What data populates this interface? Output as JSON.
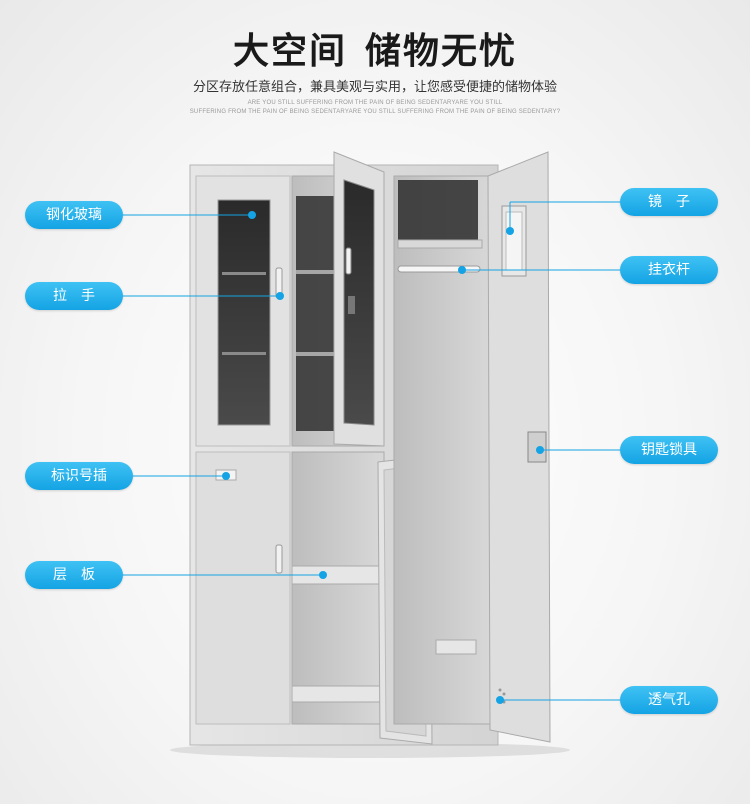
{
  "header": {
    "title_part1": "大空间",
    "title_part2": "储物无忧",
    "subtitle": "分区存放任意组合，兼具美观与实用，让您感受便捷的储物体验",
    "english_line1": "ARE YOU STILL SUFFERING FROM THE PAIN OF BEING SEDENTARYARE YOU STILL",
    "english_line2": "SUFFERING FROM THE PAIN OF BEING SEDENTARYARE YOU STILL SUFFERING FROM THE PAIN OF BEING SEDENTARY?"
  },
  "labels": {
    "tempered_glass": "钢化玻璃",
    "handle": "拉　手",
    "label_slot": "标识号插",
    "shelf": "层　板",
    "mirror": "镜　子",
    "hanging_rod": "挂衣杆",
    "key_lock": "钥匙锁具",
    "vent_holes": "透气孔"
  },
  "colors": {
    "accent": "#14a3e4",
    "cabinet": "#dcdcdc",
    "cabinet_dark": "#b9b9b9",
    "glass": "#3a3a3a"
  }
}
